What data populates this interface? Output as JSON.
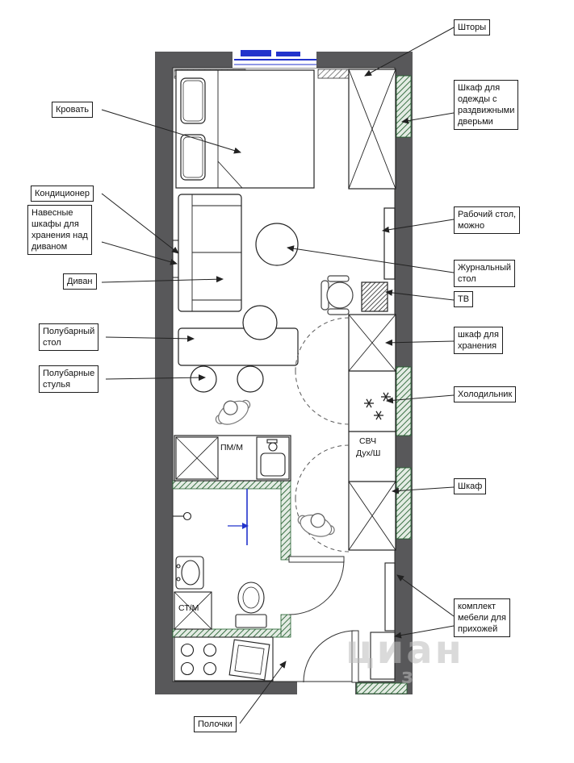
{
  "labels": {
    "curtains": "Шторы",
    "bed": "Кровать",
    "wardrobe": "Шкаф для\nодежды с\nраздвижными\nдверьми",
    "air_conditioner": "Кондиционер",
    "hanging_cabinets": "Навесные\nшкафы для\nхранения над\nдиваном",
    "desk": "Рабочий стол,\nможно",
    "coffee_table": "Журнальный\nстол",
    "tv": "ТВ",
    "sofa": "Диван",
    "half_bar_table": "Полубарный\nстол",
    "storage_cabinet": "шкаф для\nхранения",
    "half_bar_stools": "Полубарные\nстулья",
    "fridge": "Холодильник",
    "cabinet": "Шкаф",
    "hallway_furniture": "комплект\nмебели для\nприхожей",
    "shelves": "Полочки"
  },
  "plan_texts": {
    "dishwasher": "ПМ/М",
    "microwave": "СВЧ",
    "oven": "Дух/Ш",
    "washing_machine": "СТ/М"
  },
  "watermark": {
    "main": "циан",
    "small": "з"
  },
  "colors": {
    "wall": "#58585a",
    "green_hatch": "#1e5c2a",
    "window_blue": "#2233cc",
    "leader": "#222222"
  }
}
